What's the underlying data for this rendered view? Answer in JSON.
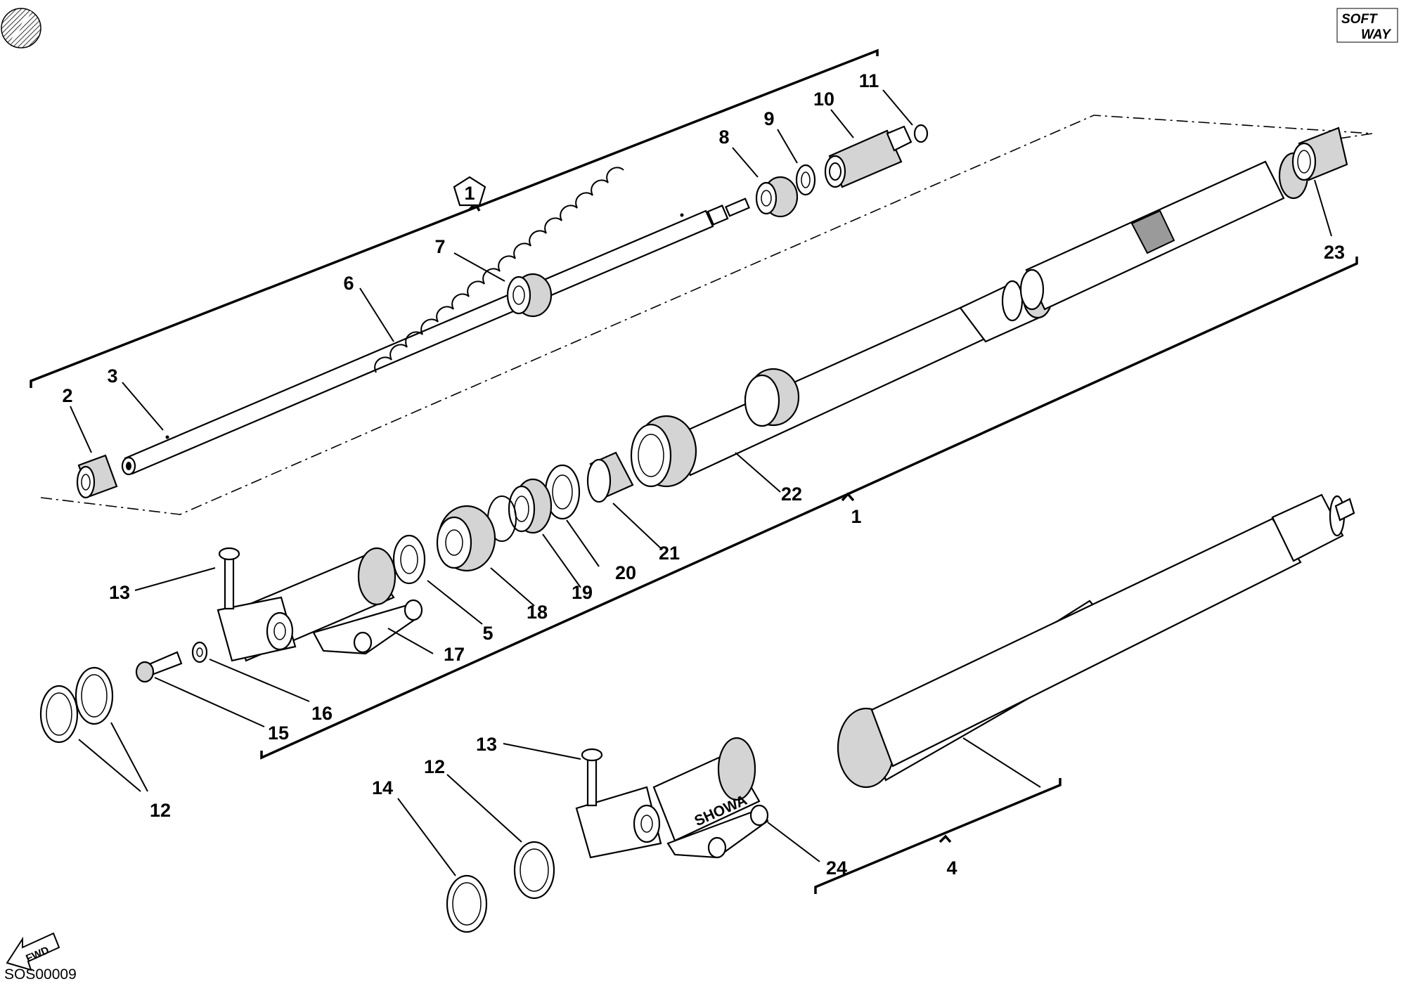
{
  "diagram": {
    "code": "SOS00009",
    "logo_line1": "SOFT",
    "logo_line2": "WAY",
    "fwd_label": "FWD",
    "kit_marker": "1",
    "brand_marking": "SHOWA",
    "labels": {
      "p1": "1",
      "p2": "2",
      "p3": "3",
      "p4": "4",
      "p5": "5",
      "p6": "6",
      "p7": "7",
      "p8": "8",
      "p9": "9",
      "p10": "10",
      "p11": "11",
      "p12a": "12",
      "p12b": "12",
      "p13a": "13",
      "p13b": "13",
      "p14": "14",
      "p15": "15",
      "p16": "16",
      "p17": "17",
      "p18": "18",
      "p19": "19",
      "p20": "20",
      "p21": "21",
      "p22": "22",
      "p23": "23",
      "p24": "24"
    }
  }
}
